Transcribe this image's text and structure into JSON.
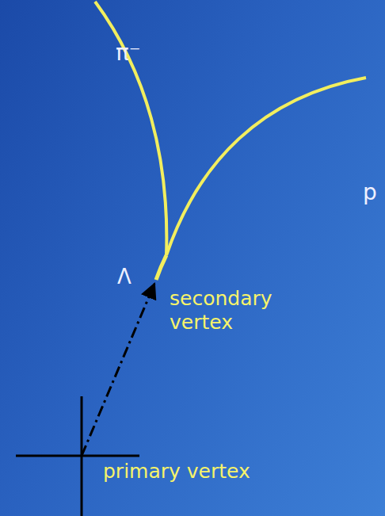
{
  "diagram": {
    "labels": [
      "π⁻",
      "p",
      "Λ",
      "secondary vertex",
      "primary vertex"
    ]
  }
}
